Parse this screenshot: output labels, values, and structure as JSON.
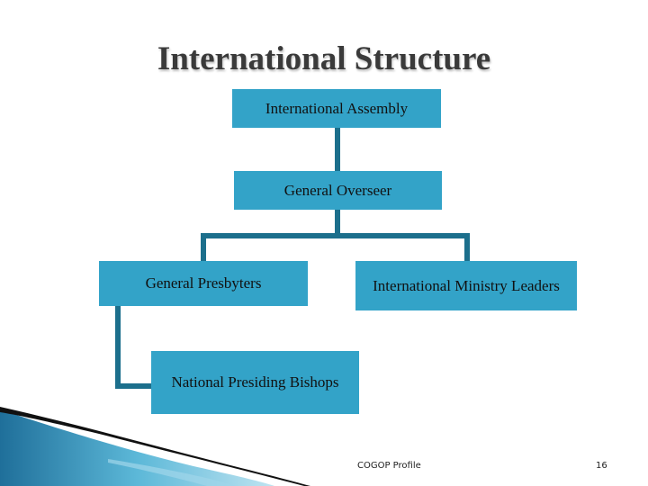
{
  "slide": {
    "title": "International Structure",
    "footer_text": "COGOP Profile",
    "page_number": "16"
  },
  "org_chart": {
    "nodes": {
      "assembly": "International Assembly",
      "overseer": "General Overseer",
      "presbyters": "General Presbyters",
      "ministry_leaders": "International Ministry Leaders",
      "bishops": "National Presiding Bishops"
    },
    "edges": [
      [
        "assembly",
        "overseer"
      ],
      [
        "overseer",
        "presbyters"
      ],
      [
        "overseer",
        "ministry_leaders"
      ],
      [
        "presbyters",
        "bishops"
      ]
    ]
  },
  "colors": {
    "box_fill": "#33a3c8",
    "connector": "#1c6f8c",
    "title_text": "#3a3a3a"
  }
}
